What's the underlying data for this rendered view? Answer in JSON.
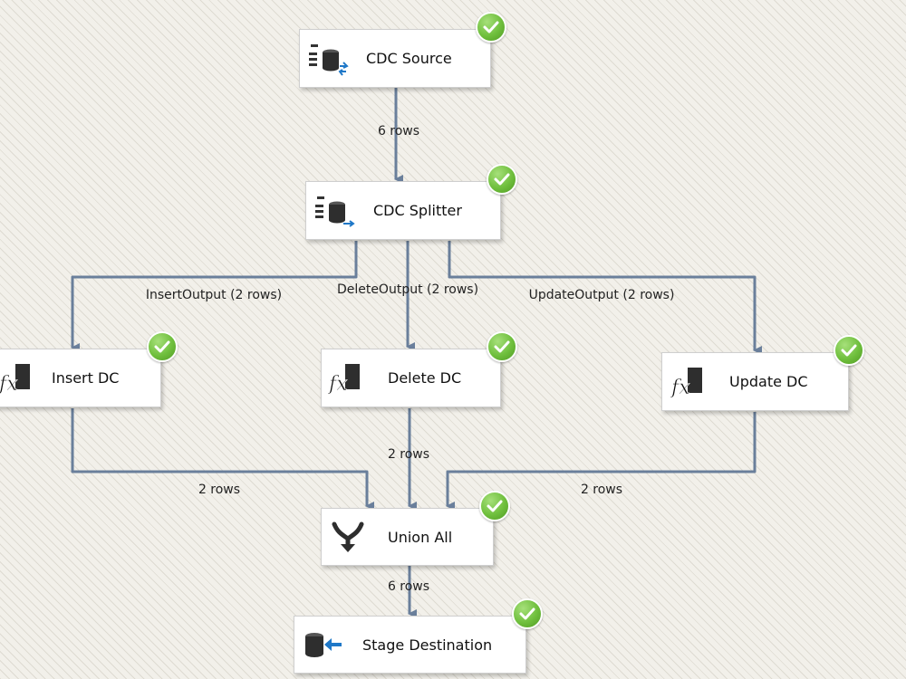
{
  "nodes": {
    "cdc_source": {
      "label": "CDC Source",
      "icon": "cdc-source-icon"
    },
    "cdc_splitter": {
      "label": "CDC Splitter",
      "icon": "cdc-splitter-icon"
    },
    "insert_dc": {
      "label": "Insert DC",
      "icon": "derived-column-icon"
    },
    "delete_dc": {
      "label": "Delete DC",
      "icon": "derived-column-icon"
    },
    "update_dc": {
      "label": "Update DC",
      "icon": "derived-column-icon"
    },
    "union_all": {
      "label": "Union All",
      "icon": "union-all-icon"
    },
    "stage_destination": {
      "label": "Stage Destination",
      "icon": "destination-icon"
    }
  },
  "edges": {
    "source_to_splitter": "6 rows",
    "insert_output": "InsertOutput (2 rows)",
    "delete_output": "DeleteOutput (2 rows)",
    "update_output": "UpdateOutput (2 rows)",
    "insert_to_union": "2 rows",
    "delete_to_union": "2 rows",
    "update_to_union": "2 rows",
    "union_to_destination": "6 rows"
  },
  "status": {
    "icon": "success-check-icon",
    "color": "#6fbf3d"
  },
  "colors": {
    "connector": "#6a7f9b",
    "node_border": "#cfcfcf"
  }
}
